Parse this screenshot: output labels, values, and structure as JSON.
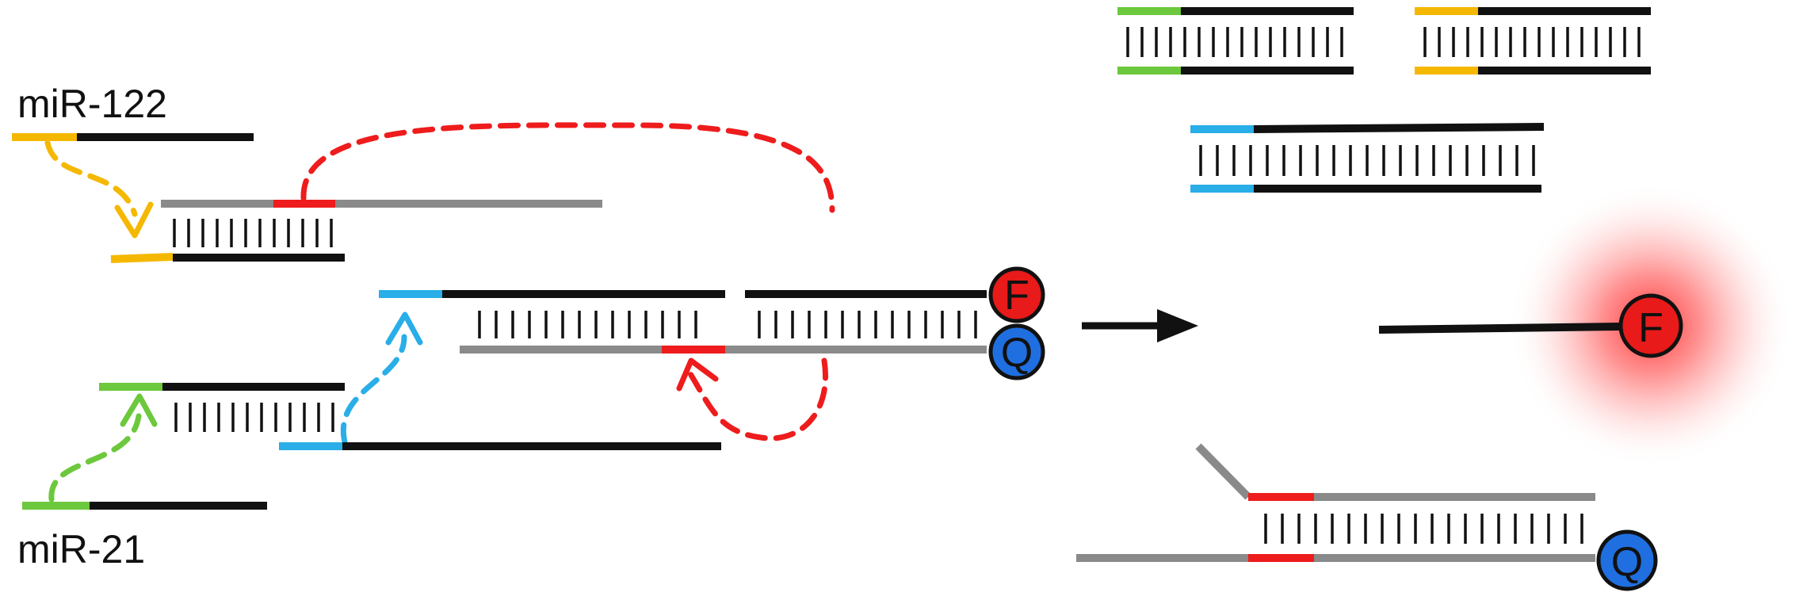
{
  "labels": {
    "mir122": "miR-122",
    "mir21": "miR-21"
  },
  "fluorophore_letter": "F",
  "quencher_letter": "Q",
  "colors": {
    "duplex": "#111111",
    "gray_strand": "#8a8a8a",
    "mir122": "#f5b800",
    "mir21": "#6cc83c",
    "toehold_blue": "#29aee8",
    "red": "#ee1c1c",
    "fluorophore": "#e81a1a",
    "quencher": "#1f6fe0",
    "glow": "#ff3b3b"
  }
}
